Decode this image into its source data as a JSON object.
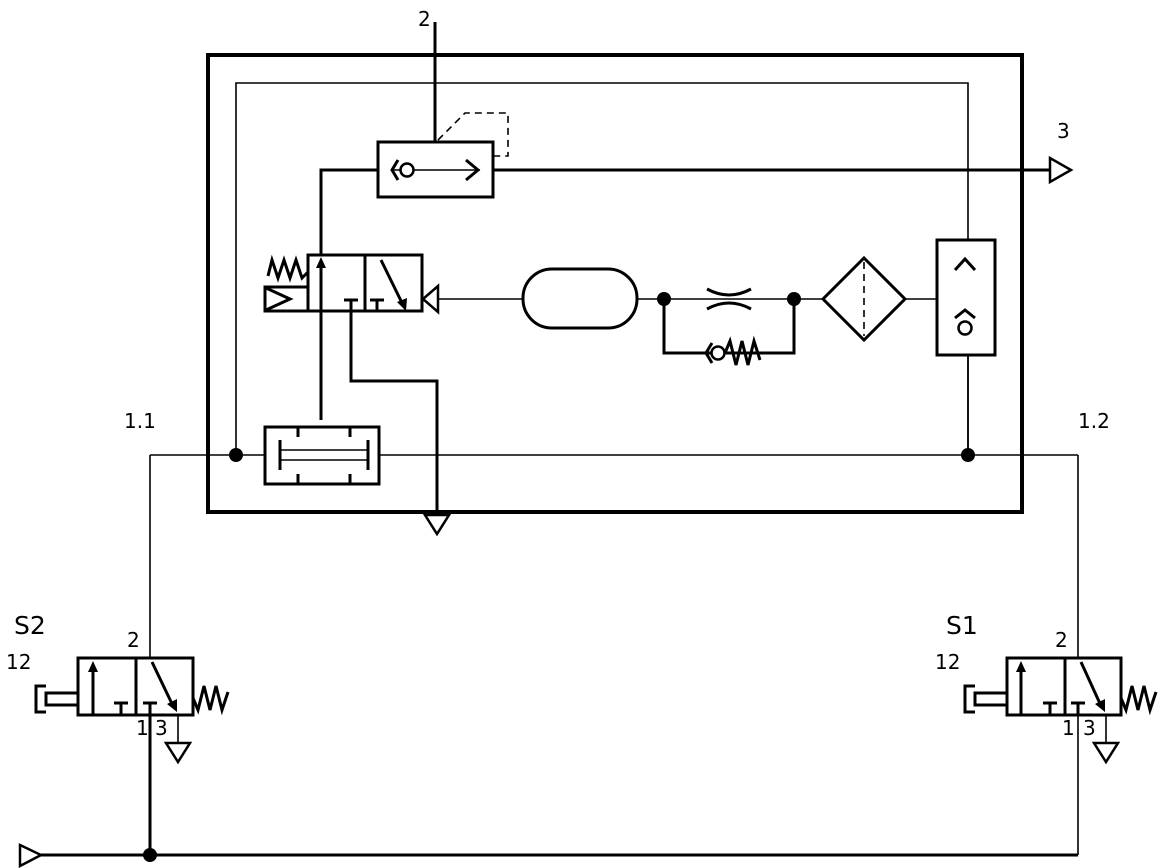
{
  "labels": {
    "port_2_top": "2",
    "port_3": "3",
    "port_1_1": "1.1",
    "port_1_2": "1.2",
    "valve_s2": "S2",
    "valve_s1": "S1",
    "s2_port_12": "12",
    "s2_port_2": "2",
    "s2_port_1": "1",
    "s2_port_3": "3",
    "s1_port_12": "12",
    "s1_port_2": "2",
    "s1_port_1": "1",
    "s1_port_3": "3"
  }
}
